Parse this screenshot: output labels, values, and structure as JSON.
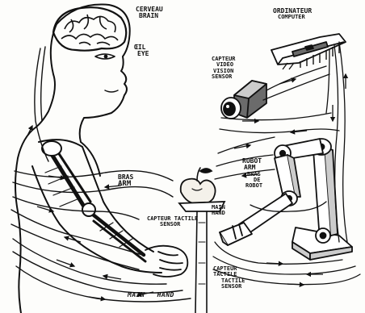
{
  "labels": {
    "brain": {
      "fr": "CERVEAU",
      "en": "BRAIN"
    },
    "eye": {
      "fr": "ŒIL",
      "en": "EYE"
    },
    "arm": {
      "fr": "BRAS",
      "en": "ARM"
    },
    "tactile_sensor_left": {
      "fr": "CAPTEUR TACTILE",
      "en": "SENSOR"
    },
    "hand_left": {
      "fr": "MAIN",
      "en": "HAND"
    },
    "computer": {
      "fr": "ORDINATEUR",
      "en": "COMPUTER"
    },
    "vision_sensor": {
      "fr1": "CAPTEUR",
      "fr2": "VIDÉO",
      "en1": "VISION",
      "en2": "SENSOR"
    },
    "robot_arm": {
      "en1": "ROBOT",
      "en2": "ARM",
      "fr1": "BRAS",
      "fr2": "DE",
      "fr3": "ROBOT"
    },
    "hand_right": {
      "fr": "MAIN",
      "en": "HAND"
    },
    "tactile_sensor_right": {
      "fr": "CAPTEUR",
      "fr2": "TACTILE",
      "en1": "TACTILE",
      "en2": "SENSOR"
    }
  },
  "colors": {
    "ink": "#111111",
    "paper": "#fdfdfb",
    "shade": "#6b6b6b",
    "skin": "#f4f1ea"
  }
}
